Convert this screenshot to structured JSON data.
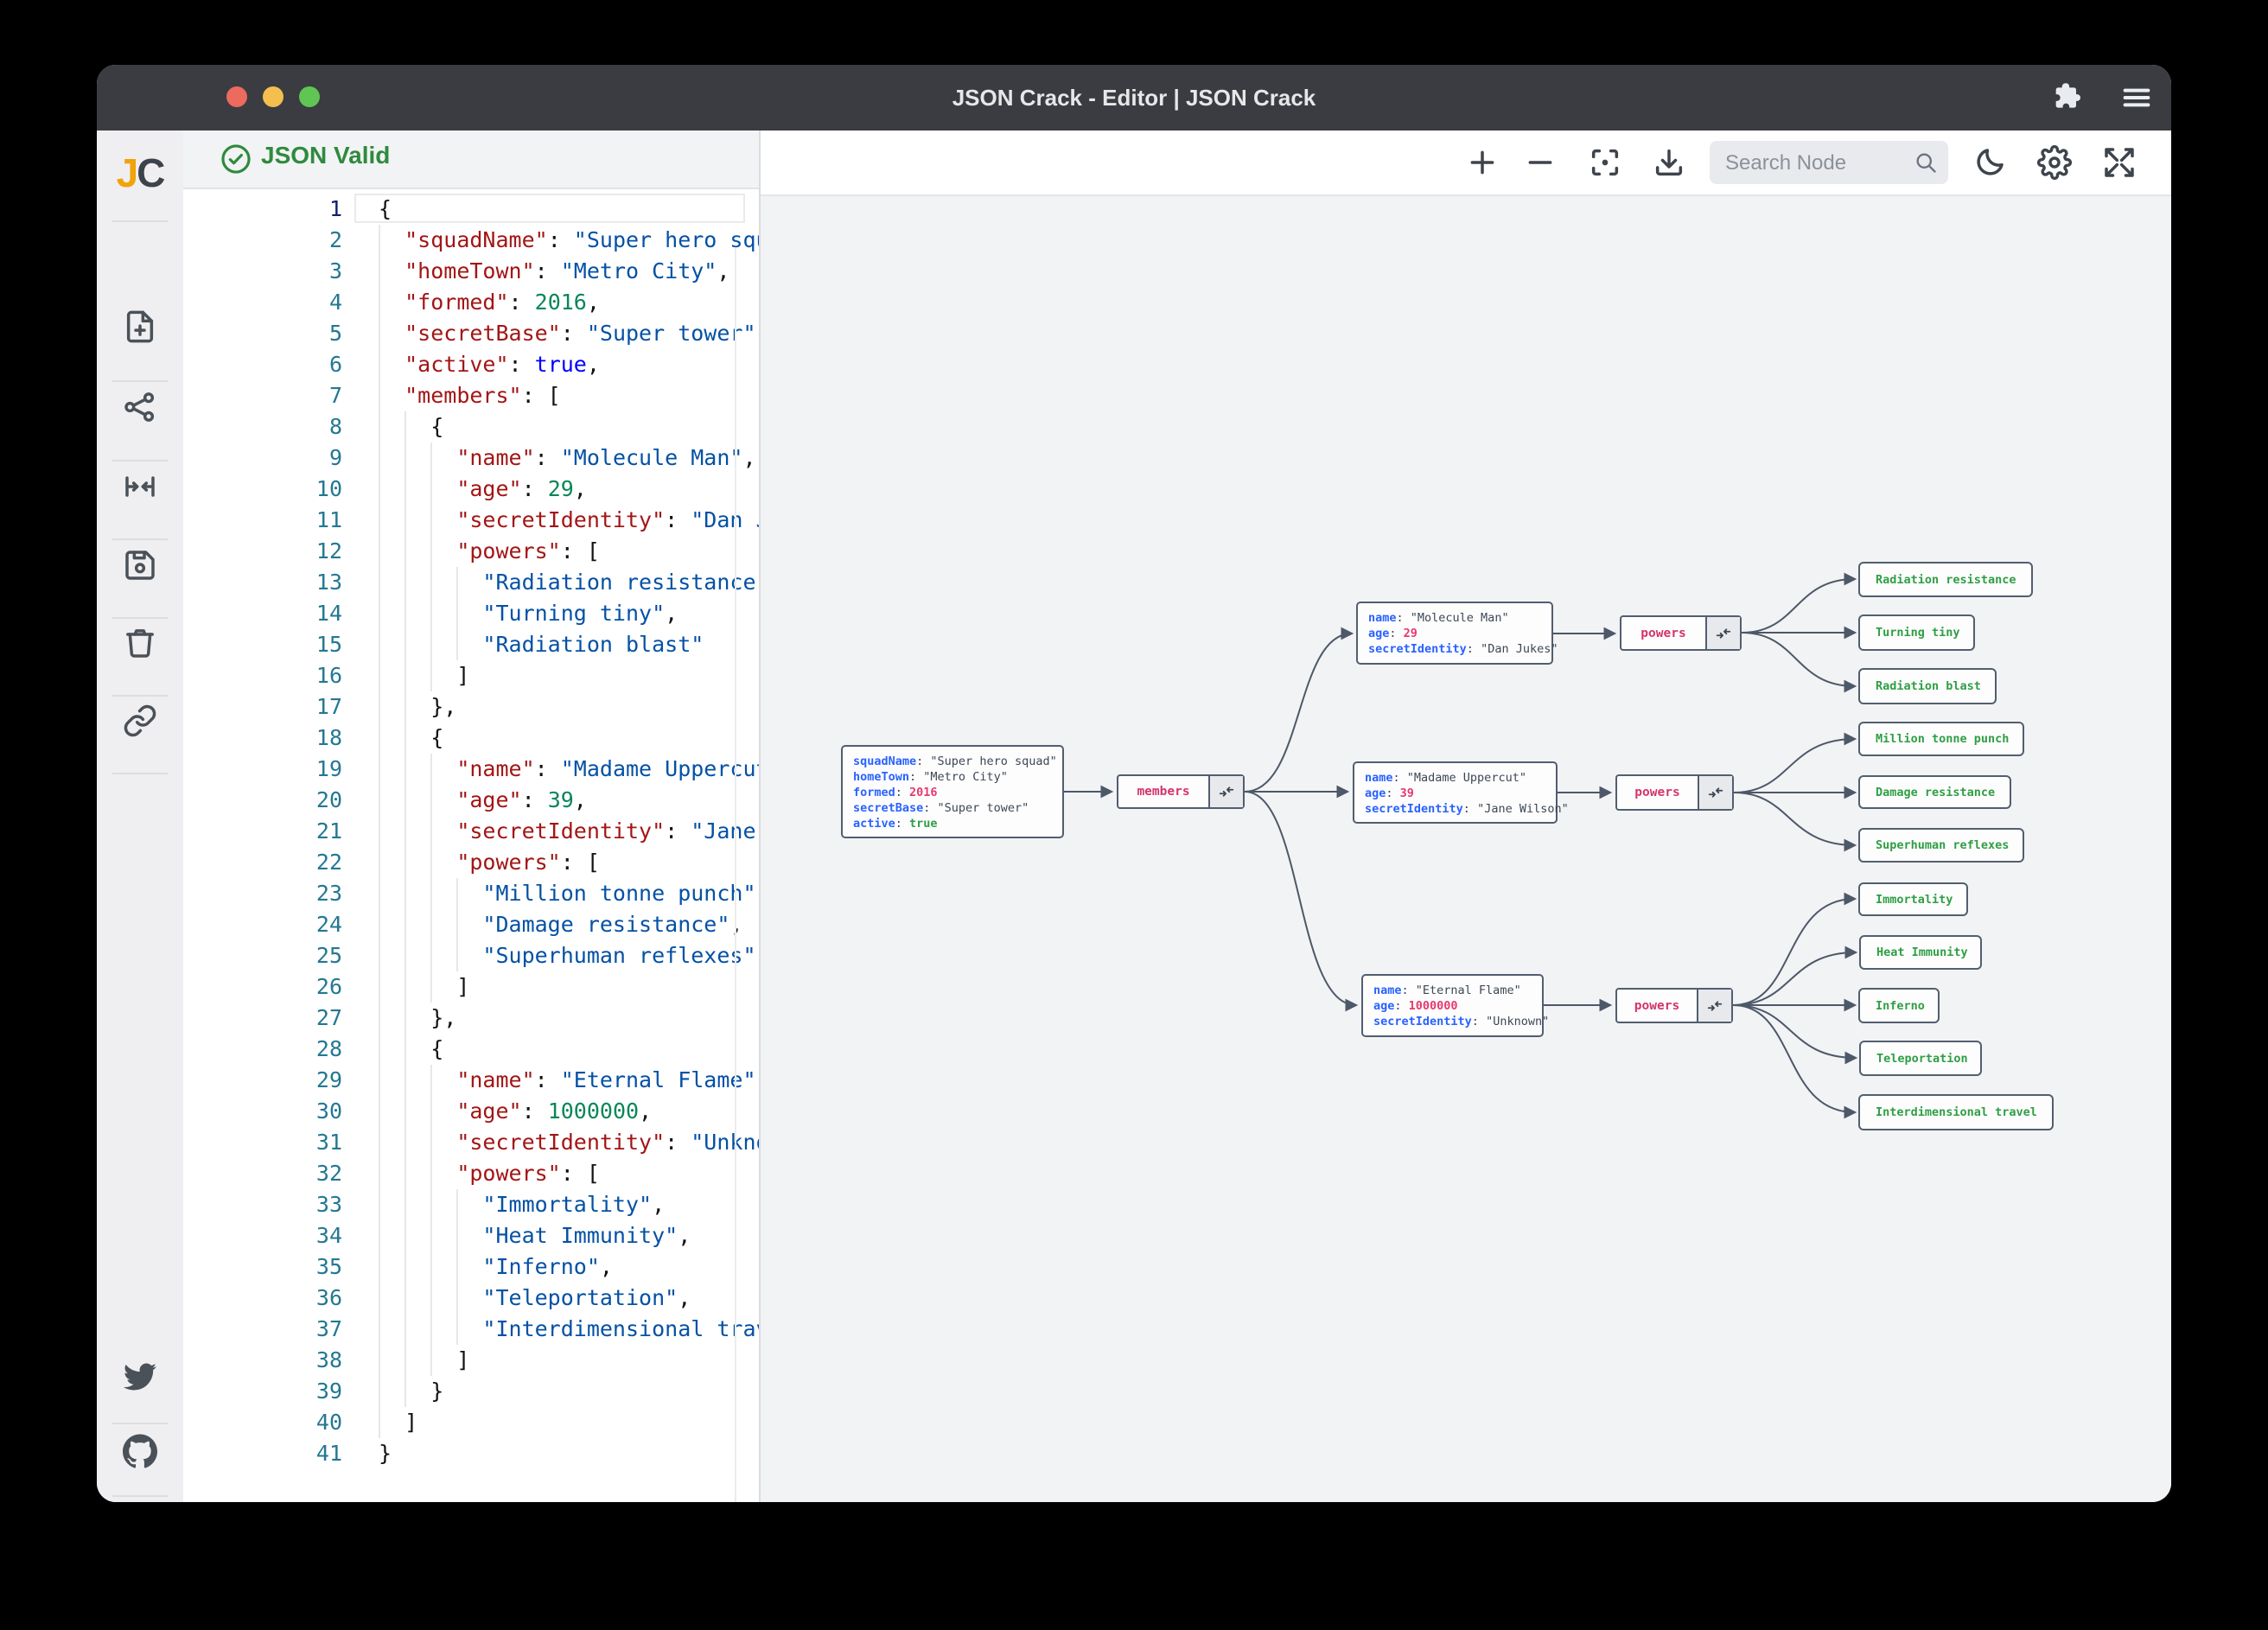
{
  "window": {
    "title": "JSON Crack - Editor | JSON Crack"
  },
  "titlebar": {
    "traffic_lights": [
      "close",
      "minimize",
      "zoom"
    ],
    "right_icons": [
      "extensions-puzzle-icon",
      "menu-hamburger-icon"
    ]
  },
  "sidebar": {
    "logo_j": "J",
    "logo_c": "C",
    "items": [
      "new-document",
      "graph-view",
      "center-view",
      "save",
      "delete",
      "share-link"
    ],
    "footer_items": [
      "twitter",
      "github",
      "sponsor"
    ]
  },
  "editor": {
    "status": "JSON Valid",
    "lines": [
      [
        [
          "p",
          "{"
        ]
      ],
      [
        [
          "p",
          "  "
        ],
        [
          "k",
          "\"squadName\""
        ],
        [
          "p",
          ": "
        ],
        [
          "s",
          "\"Super hero squad\""
        ],
        [
          "p",
          ","
        ]
      ],
      [
        [
          "p",
          "  "
        ],
        [
          "k",
          "\"homeTown\""
        ],
        [
          "p",
          ": "
        ],
        [
          "s",
          "\"Metro City\""
        ],
        [
          "p",
          ","
        ]
      ],
      [
        [
          "p",
          "  "
        ],
        [
          "k",
          "\"formed\""
        ],
        [
          "p",
          ": "
        ],
        [
          "n",
          "2016"
        ],
        [
          "p",
          ","
        ]
      ],
      [
        [
          "p",
          "  "
        ],
        [
          "k",
          "\"secretBase\""
        ],
        [
          "p",
          ": "
        ],
        [
          "s",
          "\"Super tower\""
        ],
        [
          "p",
          ","
        ]
      ],
      [
        [
          "p",
          "  "
        ],
        [
          "k",
          "\"active\""
        ],
        [
          "p",
          ": "
        ],
        [
          "b",
          "true"
        ],
        [
          "p",
          ","
        ]
      ],
      [
        [
          "p",
          "  "
        ],
        [
          "k",
          "\"members\""
        ],
        [
          "p",
          ": ["
        ]
      ],
      [
        [
          "p",
          "    {"
        ]
      ],
      [
        [
          "p",
          "      "
        ],
        [
          "k",
          "\"name\""
        ],
        [
          "p",
          ": "
        ],
        [
          "s",
          "\"Molecule Man\""
        ],
        [
          "p",
          ","
        ]
      ],
      [
        [
          "p",
          "      "
        ],
        [
          "k",
          "\"age\""
        ],
        [
          "p",
          ": "
        ],
        [
          "n",
          "29"
        ],
        [
          "p",
          ","
        ]
      ],
      [
        [
          "p",
          "      "
        ],
        [
          "k",
          "\"secretIdentity\""
        ],
        [
          "p",
          ": "
        ],
        [
          "s",
          "\"Dan Jukes\""
        ],
        [
          "p",
          ","
        ]
      ],
      [
        [
          "p",
          "      "
        ],
        [
          "k",
          "\"powers\""
        ],
        [
          "p",
          ": ["
        ]
      ],
      [
        [
          "p",
          "        "
        ],
        [
          "s",
          "\"Radiation resistance\""
        ],
        [
          "p",
          ","
        ]
      ],
      [
        [
          "p",
          "        "
        ],
        [
          "s",
          "\"Turning tiny\""
        ],
        [
          "p",
          ","
        ]
      ],
      [
        [
          "p",
          "        "
        ],
        [
          "s",
          "\"Radiation blast\""
        ]
      ],
      [
        [
          "p",
          "      ]"
        ]
      ],
      [
        [
          "p",
          "    },"
        ]
      ],
      [
        [
          "p",
          "    {"
        ]
      ],
      [
        [
          "p",
          "      "
        ],
        [
          "k",
          "\"name\""
        ],
        [
          "p",
          ": "
        ],
        [
          "s",
          "\"Madame Uppercut\""
        ],
        [
          "p",
          ","
        ]
      ],
      [
        [
          "p",
          "      "
        ],
        [
          "k",
          "\"age\""
        ],
        [
          "p",
          ": "
        ],
        [
          "n",
          "39"
        ],
        [
          "p",
          ","
        ]
      ],
      [
        [
          "p",
          "      "
        ],
        [
          "k",
          "\"secretIdentity\""
        ],
        [
          "p",
          ": "
        ],
        [
          "s",
          "\"Jane Wilson\""
        ],
        [
          "p",
          ","
        ]
      ],
      [
        [
          "p",
          "      "
        ],
        [
          "k",
          "\"powers\""
        ],
        [
          "p",
          ": ["
        ]
      ],
      [
        [
          "p",
          "        "
        ],
        [
          "s",
          "\"Million tonne punch\""
        ],
        [
          "p",
          ","
        ]
      ],
      [
        [
          "p",
          "        "
        ],
        [
          "s",
          "\"Damage resistance\""
        ],
        [
          "p",
          ","
        ]
      ],
      [
        [
          "p",
          "        "
        ],
        [
          "s",
          "\"Superhuman reflexes\""
        ]
      ],
      [
        [
          "p",
          "      ]"
        ]
      ],
      [
        [
          "p",
          "    },"
        ]
      ],
      [
        [
          "p",
          "    {"
        ]
      ],
      [
        [
          "p",
          "      "
        ],
        [
          "k",
          "\"name\""
        ],
        [
          "p",
          ": "
        ],
        [
          "s",
          "\"Eternal Flame\""
        ],
        [
          "p",
          ","
        ]
      ],
      [
        [
          "p",
          "      "
        ],
        [
          "k",
          "\"age\""
        ],
        [
          "p",
          ": "
        ],
        [
          "n",
          "1000000"
        ],
        [
          "p",
          ","
        ]
      ],
      [
        [
          "p",
          "      "
        ],
        [
          "k",
          "\"secretIdentity\""
        ],
        [
          "p",
          ": "
        ],
        [
          "s",
          "\"Unknown\""
        ],
        [
          "p",
          ","
        ]
      ],
      [
        [
          "p",
          "      "
        ],
        [
          "k",
          "\"powers\""
        ],
        [
          "p",
          ": ["
        ]
      ],
      [
        [
          "p",
          "        "
        ],
        [
          "s",
          "\"Immortality\""
        ],
        [
          "p",
          ","
        ]
      ],
      [
        [
          "p",
          "        "
        ],
        [
          "s",
          "\"Heat Immunity\""
        ],
        [
          "p",
          ","
        ]
      ],
      [
        [
          "p",
          "        "
        ],
        [
          "s",
          "\"Inferno\""
        ],
        [
          "p",
          ","
        ]
      ],
      [
        [
          "p",
          "        "
        ],
        [
          "s",
          "\"Teleportation\""
        ],
        [
          "p",
          ","
        ]
      ],
      [
        [
          "p",
          "        "
        ],
        [
          "s",
          "\"Interdimensional travel\""
        ]
      ],
      [
        [
          "p",
          "      ]"
        ]
      ],
      [
        [
          "p",
          "    }"
        ]
      ],
      [
        [
          "p",
          "  ]"
        ]
      ],
      [
        [
          "p",
          "}"
        ]
      ]
    ]
  },
  "graph_toolbar": {
    "search_placeholder": "Search Node",
    "buttons": [
      "zoom-in",
      "zoom-out",
      "center-focus",
      "download",
      "dark-mode",
      "settings",
      "fullscreen"
    ]
  },
  "graph": {
    "nodes": {
      "root": {
        "kind": "obj",
        "rows": [
          {
            "k": "squadName",
            "v": "\"Super hero squad\"",
            "t": "s"
          },
          {
            "k": "homeTown",
            "v": "\"Metro City\"",
            "t": "s"
          },
          {
            "k": "formed",
            "v": "2016",
            "t": "n"
          },
          {
            "k": "secretBase",
            "v": "\"Super tower\"",
            "t": "s"
          },
          {
            "k": "active",
            "v": "true",
            "t": "b"
          }
        ]
      },
      "members": {
        "kind": "arr",
        "label": "members"
      },
      "member-1": {
        "kind": "obj",
        "rows": [
          {
            "k": "name",
            "v": "\"Molecule Man\"",
            "t": "s"
          },
          {
            "k": "age",
            "v": "29",
            "t": "n"
          },
          {
            "k": "secretIdentity",
            "v": "\"Dan Jukes\"",
            "t": "s"
          }
        ]
      },
      "powers-1": {
        "kind": "arr",
        "label": "powers"
      },
      "leaf-1a": {
        "kind": "leaf",
        "label": "Radiation resistance"
      },
      "leaf-1b": {
        "kind": "leaf",
        "label": "Turning tiny"
      },
      "leaf-1c": {
        "kind": "leaf",
        "label": "Radiation blast"
      },
      "member-2": {
        "kind": "obj",
        "rows": [
          {
            "k": "name",
            "v": "\"Madame Uppercut\"",
            "t": "s"
          },
          {
            "k": "age",
            "v": "39",
            "t": "n"
          },
          {
            "k": "secretIdentity",
            "v": "\"Jane Wilson\"",
            "t": "s"
          }
        ]
      },
      "powers-2": {
        "kind": "arr",
        "label": "powers"
      },
      "leaf-2a": {
        "kind": "leaf",
        "label": "Million tonne punch"
      },
      "leaf-2b": {
        "kind": "leaf",
        "label": "Damage resistance"
      },
      "leaf-2c": {
        "kind": "leaf",
        "label": "Superhuman reflexes"
      },
      "member-3": {
        "kind": "obj",
        "rows": [
          {
            "k": "name",
            "v": "\"Eternal Flame\"",
            "t": "s"
          },
          {
            "k": "age",
            "v": "1000000",
            "t": "n"
          },
          {
            "k": "secretIdentity",
            "v": "\"Unknown\"",
            "t": "s"
          }
        ]
      },
      "powers-3": {
        "kind": "arr",
        "label": "powers"
      },
      "leaf-3a": {
        "kind": "leaf",
        "label": "Immortality"
      },
      "leaf-3b": {
        "kind": "leaf",
        "label": "Heat Immunity"
      },
      "leaf-3c": {
        "kind": "leaf",
        "label": "Inferno"
      },
      "leaf-3d": {
        "kind": "leaf",
        "label": "Teleportation"
      },
      "leaf-3e": {
        "kind": "leaf",
        "label": "Interdimensional travel"
      }
    }
  }
}
